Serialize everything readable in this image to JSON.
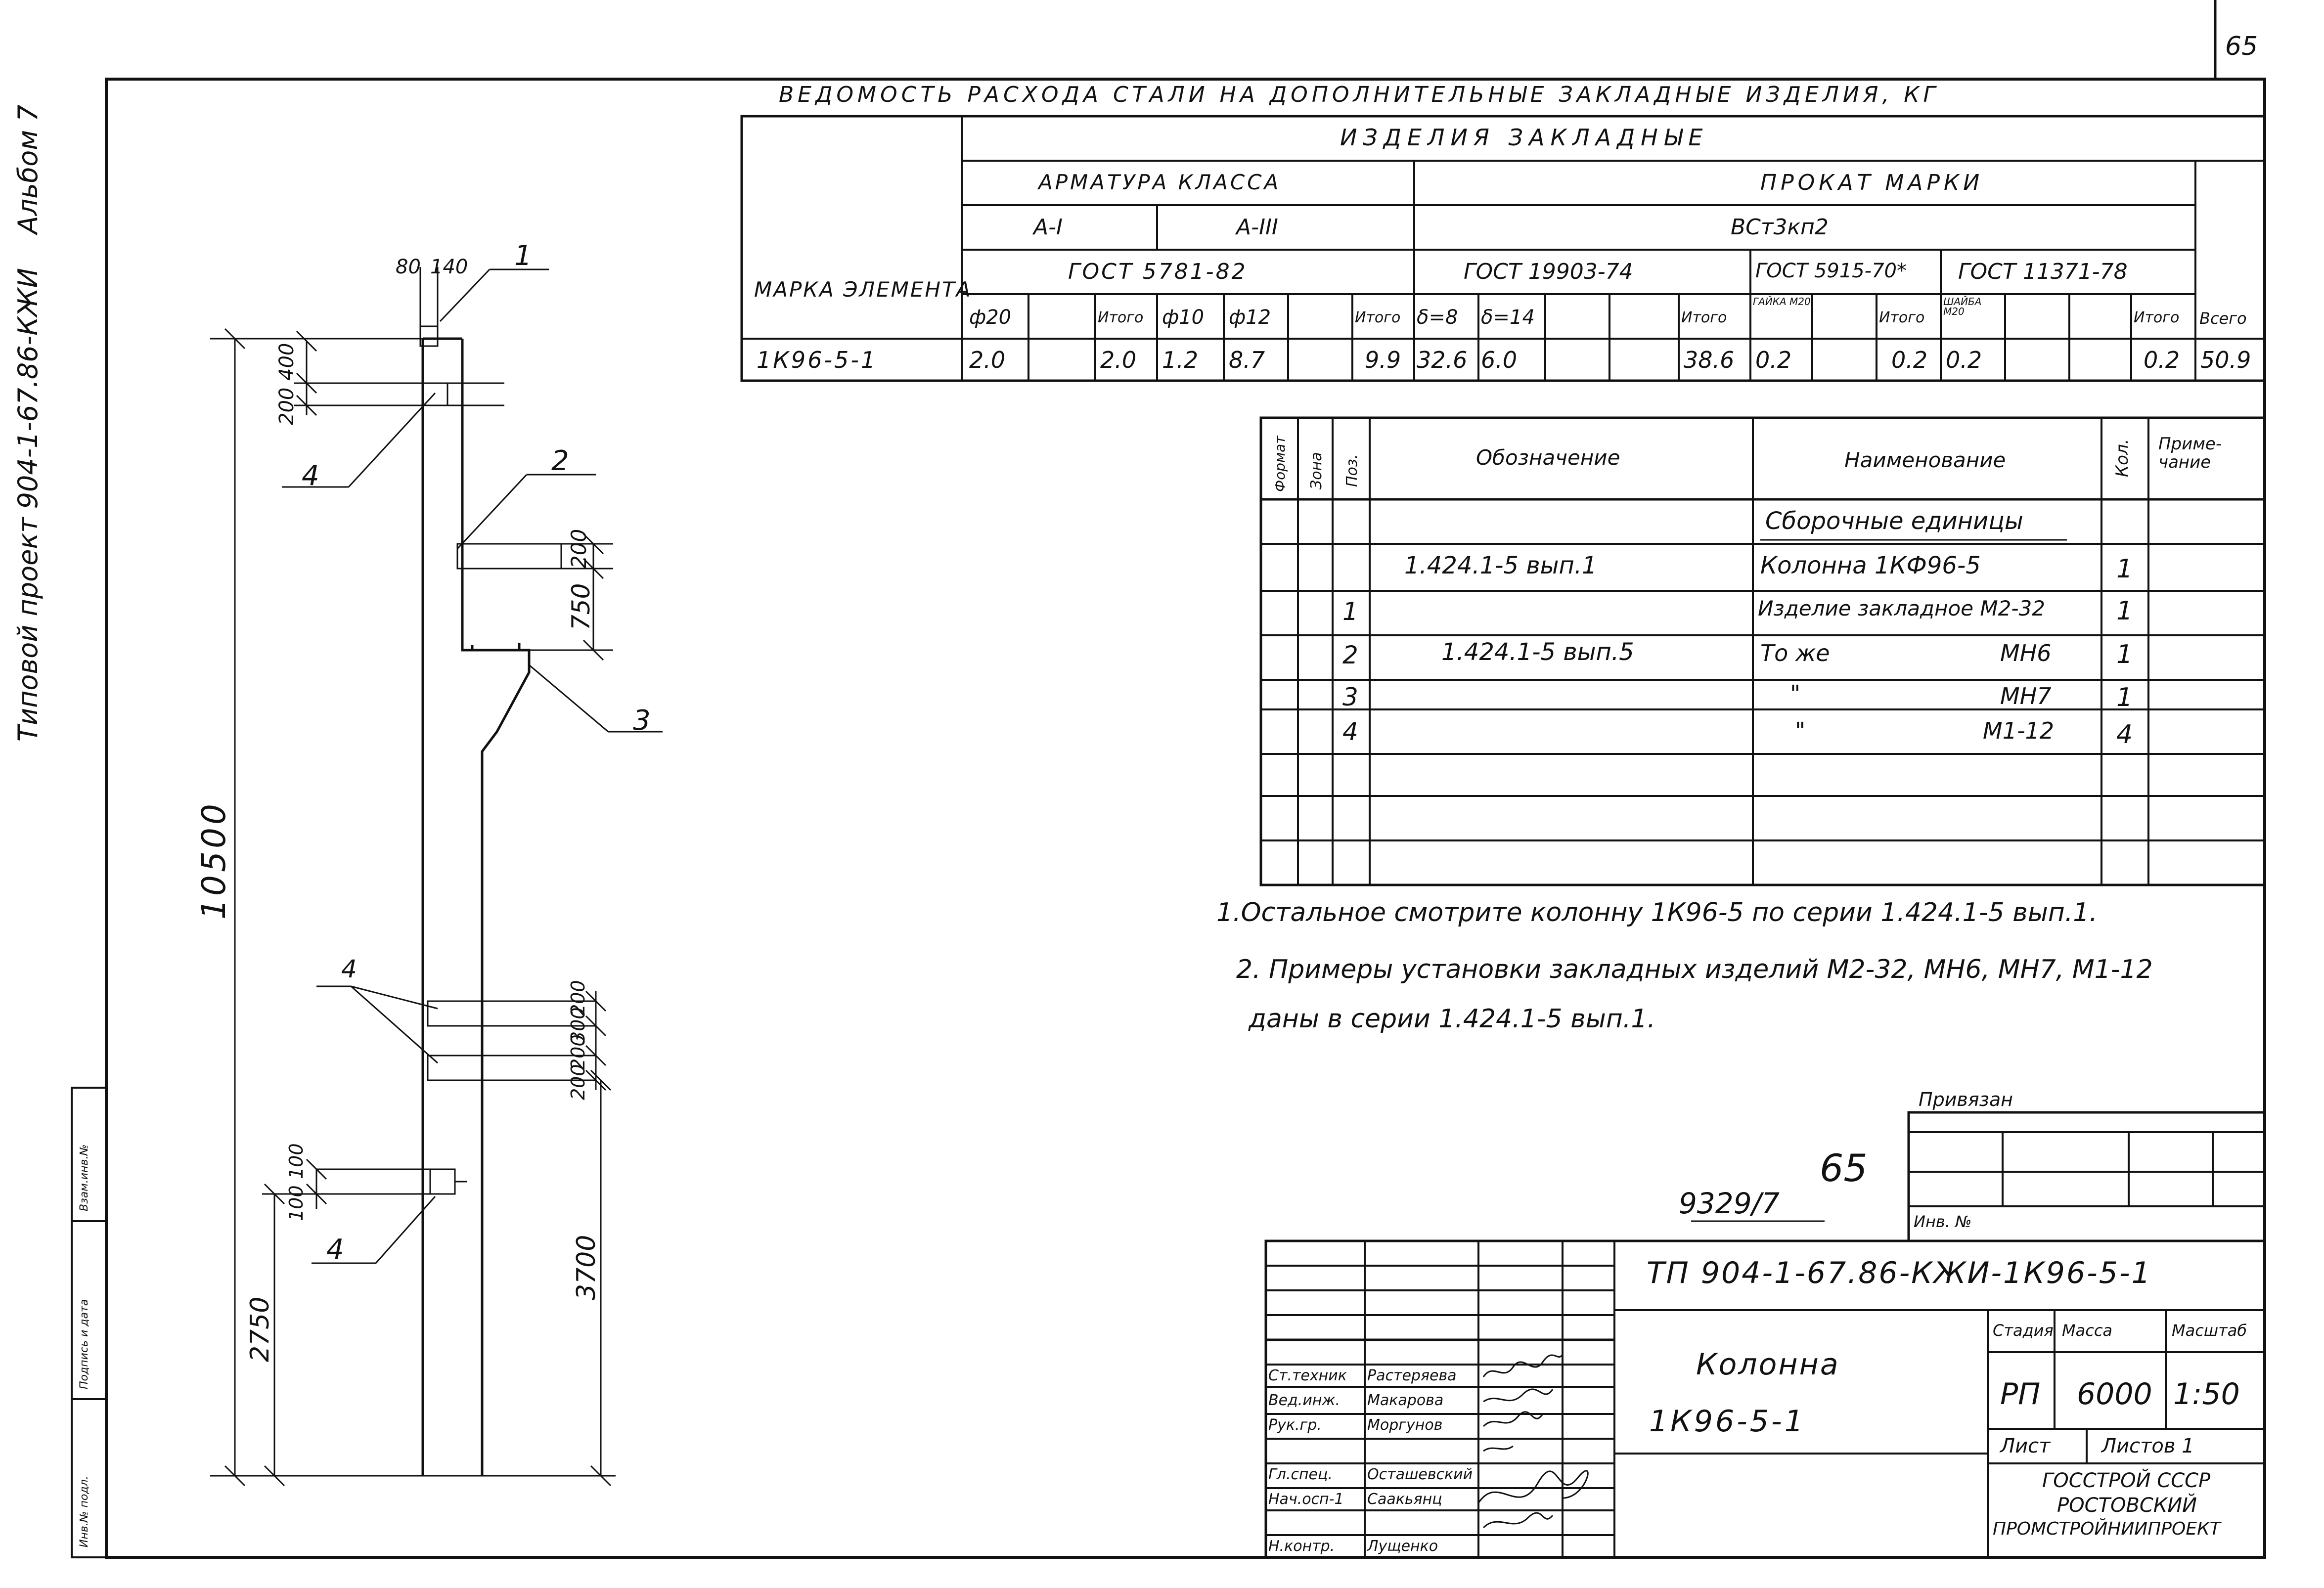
{
  "page_number": "65",
  "side": {
    "album": "Альбом 7",
    "project": "Типовой проект 904-1-67.86-КЖИ",
    "stamp_cells": [
      "Инв.№ подл.",
      "Подпись и дата",
      "Взам.инв.№"
    ]
  },
  "steel_table": {
    "title": "ВЕДОМОСТЬ РАСХОДА СТАЛИ НА ДОПОЛНИТЕЛЬНЫЕ ЗАКЛАДНЫЕ ИЗДЕЛИЯ, КГ",
    "element_mark_header": "МАРКА ЭЛЕМЕНТА",
    "embedded_header": "ИЗДЕЛИЯ ЗАКЛАДНЫЕ",
    "rebar_header": "АРМАТУРА КЛАССА",
    "rolled_header": "ПРОКАТ МАРКИ",
    "class_a1": "А-I",
    "class_a3": "А-III",
    "steel_grade": "ВСт3кп2",
    "gost_rebar": "ГОСТ 5781-82",
    "gost_19903": "ГОСТ 19903-74",
    "gost_5915": "ГОСТ 5915-70*",
    "gost_11371": "ГОСТ 11371-78",
    "cols": {
      "d20": "ф20",
      "itogo1": "Итого",
      "d10": "ф10",
      "d12": "ф12",
      "itogo2": "Итого",
      "t8": "δ=8",
      "t14": "δ=14",
      "itogo3": "Итого",
      "nut": "ГАЙКА М20",
      "itogo4": "Итого",
      "washer": "ШАЙБА М20",
      "itogo5": "Итого",
      "total": "Всего"
    },
    "row": {
      "mark": "1К96-5-1",
      "d20": "2.0",
      "itogo1": "2.0",
      "d10": "1.2",
      "d12": "8.7",
      "itogo2": "9.9",
      "t8": "32.6",
      "t14": "6.0",
      "itogo3": "38.6",
      "nut": "0.2",
      "itogo4": "0.2",
      "washer": "0.2",
      "itogo5": "0.2",
      "total": "50.9"
    }
  },
  "spec": {
    "h_format": "Формат",
    "h_zone": "Зона",
    "h_pos": "Поз.",
    "h_designation": "Обозначение",
    "h_name": "Наименование",
    "h_qty": "Кол.",
    "h_note": "Приме-чание",
    "section": "Сборочные единицы",
    "rows": [
      {
        "pos": "",
        "designation": "1.424.1-5 вып.1",
        "name": "Колонна 1КФ96-5",
        "mark": "",
        "qty": "1"
      },
      {
        "pos": "1",
        "designation": "",
        "name": "Изделие закладное М2-32",
        "mark": "",
        "qty": "1"
      },
      {
        "pos": "2",
        "designation": "1.424.1-5 вып.5",
        "name": "То же",
        "mark": "МН6",
        "qty": "1"
      },
      {
        "pos": "3",
        "designation": "",
        "name": "\"",
        "mark": "МН7",
        "qty": "1"
      },
      {
        "pos": "4",
        "designation": "",
        "name": "\"",
        "mark": "М1-12",
        "qty": "4"
      }
    ]
  },
  "notes": [
    "1.Остальное смотрите колонну 1К96-5 по серии 1.424.1-5 вып.1.",
    "2. Примеры установки закладных изделий М2-32, МН6, МН7, М1-12",
    "даны в серии 1.424.1-5 вып.1."
  ],
  "drawing": {
    "dims": {
      "top_w": "80",
      "top_w2": "140",
      "d200": "200",
      "d400": "400",
      "total_h": "10500",
      "d750": "750",
      "d200b": "200",
      "d200c": "200",
      "d300": "300",
      "d200d": "200",
      "d200e": "200",
      "d300b": "300",
      "d100": "100",
      "d100b": "100",
      "d3700": "3700",
      "d2750": "2750"
    },
    "callouts": [
      "1",
      "2",
      "3",
      "4",
      "4",
      "4"
    ]
  },
  "title_block": {
    "privyazan": "Привязан",
    "inv_no": "Инв. №",
    "handwritten_num": "65",
    "doc_number": "9329/7",
    "code": "ТП 904-1-67.86-КЖИ-1К96-5-1",
    "object_name": "Колонна",
    "object_mark": "1К96-5-1",
    "stage_h": "Стадия",
    "mass_h": "Масса",
    "scale_h": "Масштаб",
    "stage": "РП",
    "mass": "6000",
    "scale": "1:50",
    "sheet_h": "Лист",
    "sheets_h": "Листов 1",
    "org1": "ГОССТРОЙ СССР",
    "org2": "РОСТОВСКИЙ",
    "org3": "ПРОМСТРОЙНИИПРОЕКТ",
    "staff": [
      {
        "role": "Ст.техник",
        "name": "Растеряева"
      },
      {
        "role": "Вед.инж.",
        "name": "Макарова"
      },
      {
        "role": "Рук.гр.",
        "name": "Моргунов"
      },
      {
        "role": "Гл.спец.",
        "name": "Осташевский"
      },
      {
        "role": "Нач.осп-1",
        "name": "Саакьянц"
      },
      {
        "role": "Н.контр.",
        "name": "Лущенко"
      }
    ]
  }
}
